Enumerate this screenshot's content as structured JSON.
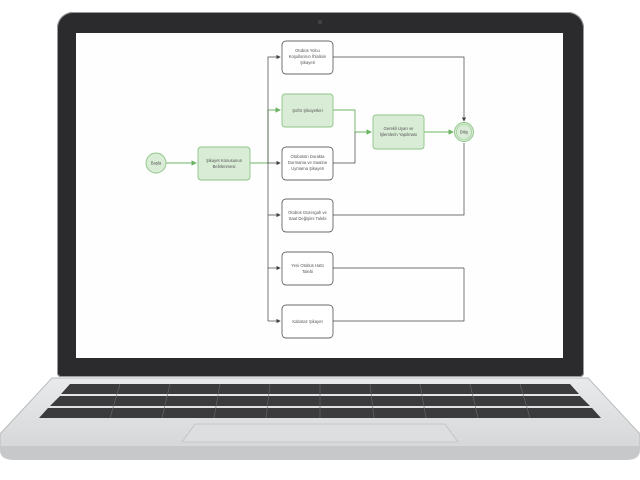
{
  "diagram": {
    "nodes": {
      "start": "Başla",
      "intake": [
        "Şikayet Konusunun",
        "Belirlenmesi"
      ],
      "route": [
        "Otobüs Yolcu",
        "Koşullarının İhlalinin",
        "Şikayeti"
      ],
      "driver": [
        "Şoför Şikayetleri"
      ],
      "stop": [
        "Otobüsün Durakta",
        "Durmama ve Saatine",
        "Uymama Şikayeti"
      ],
      "line_change": [
        "Otobüs Güzergah ve",
        "Saat Değişimi Talebi"
      ],
      "new_line": [
        "Yeni Otobüs Hattı",
        "Talebi"
      ],
      "card": [
        "Kabotaz Şikayet"
      ],
      "notify": [
        "Gerekli Uyarı ve",
        "İşlemlerin Yapılması"
      ],
      "end": "Bitiş"
    },
    "colors": {
      "active_fill": "#d9ecd6",
      "active_stroke": "#8dc485",
      "active_edge": "#6cb463",
      "idle_stroke": "#3a3a3a",
      "idle_edge": "#444444"
    }
  }
}
